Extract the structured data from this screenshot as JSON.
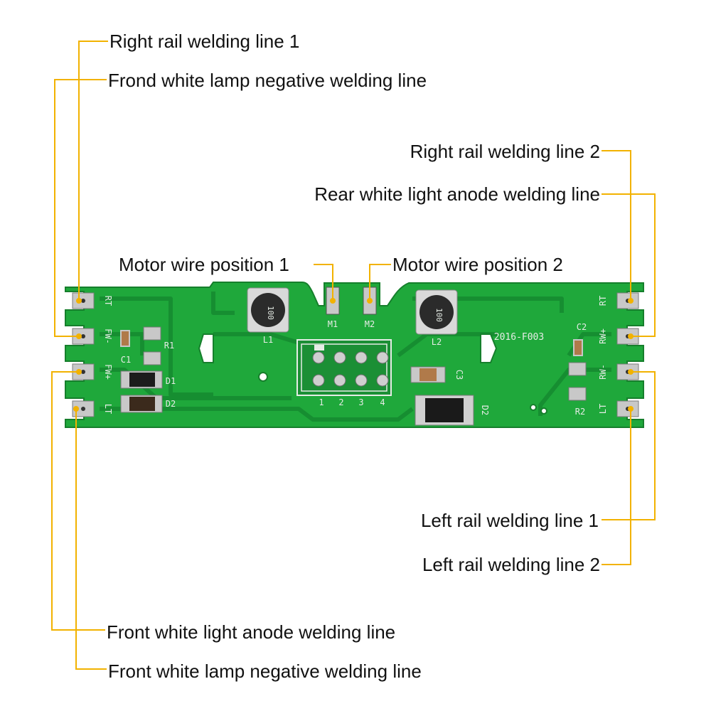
{
  "colors": {
    "leader": "#f2b200",
    "pcb": "#1fa83b",
    "pcb_edge": "#167f2c",
    "trace": "#1a9434",
    "silkscreen": "#e6ece6",
    "pad": "#c8c8c8",
    "text": "#111111"
  },
  "labels": {
    "right_rail_1": "Right rail welding line 1",
    "front_lamp_negative_top": "Frond white lamp negative welding line",
    "right_rail_2": "Right rail welding line 2",
    "rear_anode": "Rear white light anode welding line",
    "motor_1": "Motor wire position 1",
    "motor_2": "Motor wire position 2",
    "left_rail_1": "Left rail welding line 1",
    "left_rail_2": "Left rail welding line 2",
    "front_anode": "Front white light anode welding line",
    "front_lamp_negative_bottom": "Front white lamp negative welding line"
  },
  "pcb": {
    "board_id": "2016-F003",
    "pads_left": [
      "RT",
      "FW-",
      "FW+",
      "LT"
    ],
    "pads_right": [
      "RT",
      "RW+",
      "RW-",
      "LT"
    ],
    "motor_pads": [
      "M1",
      "M2"
    ],
    "inductors": [
      {
        "ref": "L1",
        "marking": "100"
      },
      {
        "ref": "L2",
        "marking": "100"
      }
    ],
    "components": [
      "R1",
      "C1",
      "D1",
      "D2",
      "C2",
      "R2",
      "C3",
      "D2"
    ],
    "connector_pins": [
      "1",
      "2",
      "3",
      "4"
    ]
  }
}
